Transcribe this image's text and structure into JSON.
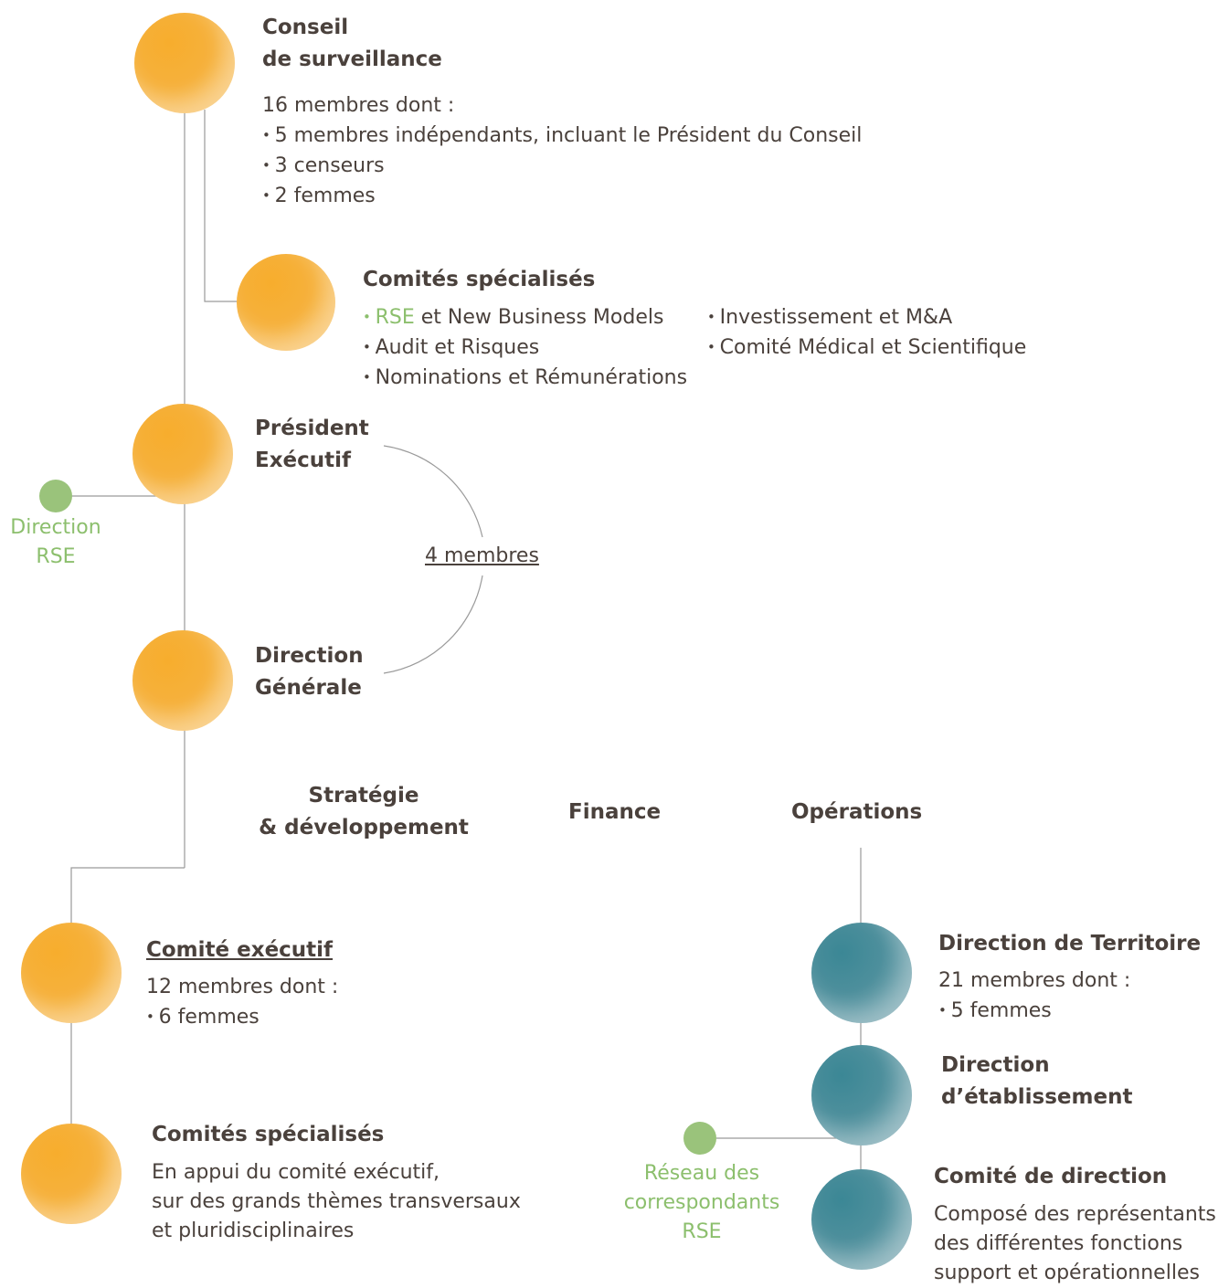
{
  "nodes": {
    "conseil": {
      "title_line1": "Conseil",
      "title_line2": "de surveillance",
      "intro": "16 membres dont :",
      "bullets": [
        "5 membres indépendants, incluant le Président du Conseil",
        "3 censeurs",
        "2 femmes"
      ]
    },
    "comites_top": {
      "title": "Comités spécialisés",
      "col1": [
        {
          "highlight": "RSE",
          "rest": " et New Business Models"
        },
        {
          "text": "Audit et Risques"
        },
        {
          "text": "Nominations et Rémunérations"
        }
      ],
      "col2": [
        "Investissement et M&A",
        "Comité Médical et Scientifique"
      ]
    },
    "president": {
      "line1": "Président",
      "line2": "Exécutif"
    },
    "direction_rse": {
      "line1": "Direction",
      "line2": "RSE"
    },
    "members_label": "4 membres",
    "direction_generale": {
      "line1": "Direction",
      "line2": "Générale"
    },
    "functions": {
      "strategie_line1": "Stratégie",
      "strategie_line2": "& développement",
      "finance": "Finance",
      "operations": "Opérations"
    },
    "comex": {
      "title": "Comité exécutif",
      "intro": "12 membres dont :",
      "bullets": [
        "6 femmes"
      ]
    },
    "comites_bottom": {
      "title": "Comités spécialisés",
      "lines": [
        "En appui du comité exécutif,",
        "sur des grands thèmes transversaux",
        "et pluridisciplinaires"
      ]
    },
    "territoire": {
      "title": "Direction de Territoire",
      "intro": "21 membres dont :",
      "bullets": [
        "5 femmes"
      ]
    },
    "etablissement": {
      "line1": "Direction",
      "line2": "d’établissement"
    },
    "reseau": {
      "line1": "Réseau des",
      "line2": "correspondants",
      "line3": "RSE"
    },
    "comite_direction": {
      "title": "Comité de direction",
      "lines": [
        "Composé des représentants",
        "des différentes fonctions",
        "support et opérationnelles"
      ]
    }
  },
  "colors": {
    "orange": "#f6b13c",
    "teal": "#4d8f9c",
    "green": "#8cbf6d",
    "text": "#4a413c",
    "line": "#9a9a9a"
  }
}
